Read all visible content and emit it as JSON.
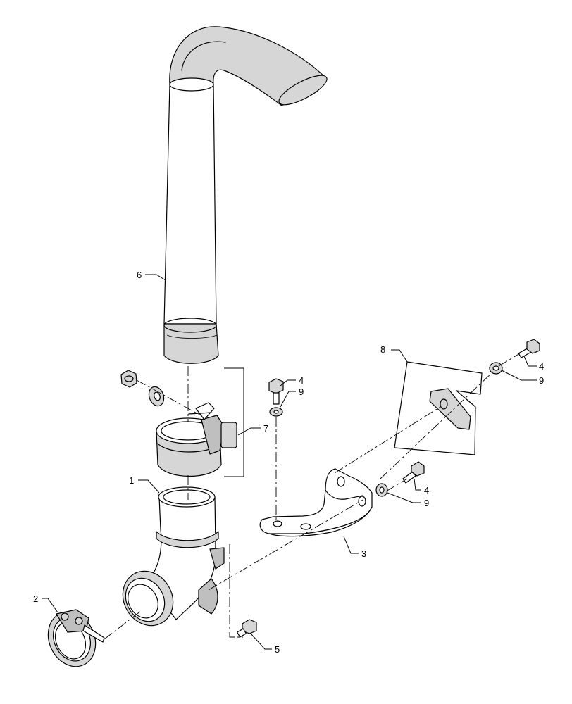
{
  "callouts": {
    "c1": "1",
    "c2": "2",
    "c3": "3",
    "c4a": "4",
    "c4b": "4",
    "c4c": "4",
    "c5": "5",
    "c6": "6",
    "c7": "7",
    "c8": "8",
    "c9a": "9",
    "c9b": "9",
    "c9c": "9"
  }
}
